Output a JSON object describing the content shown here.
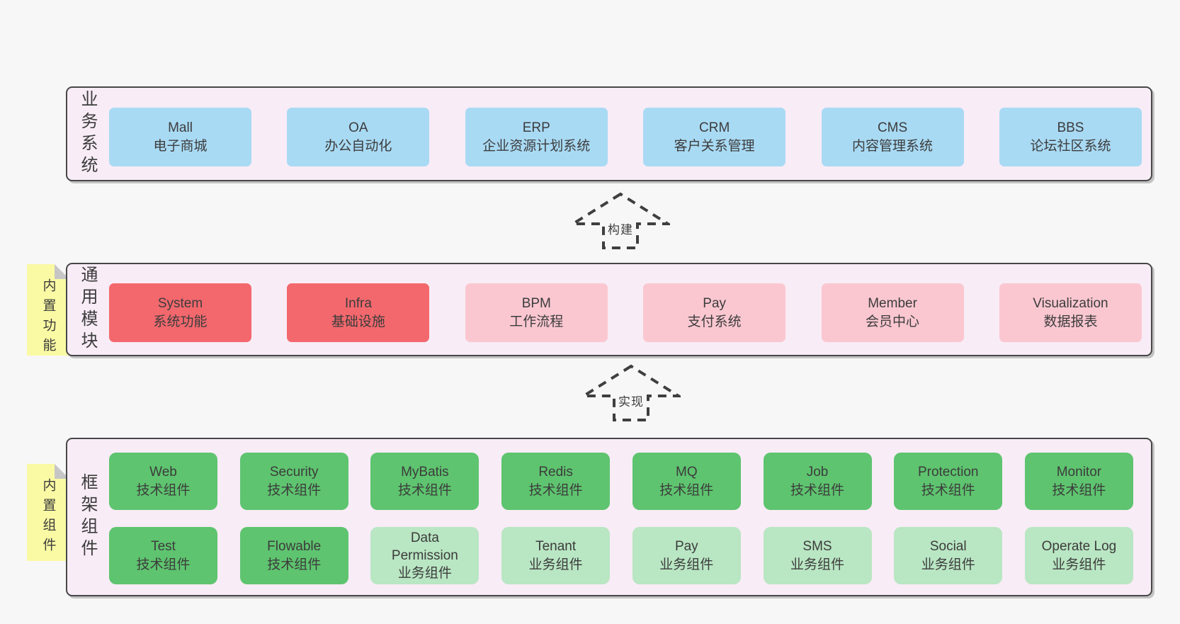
{
  "layers": {
    "business": {
      "label": "业务系统",
      "boxes": [
        {
          "name": "Mall",
          "desc": "电子商城"
        },
        {
          "name": "OA",
          "desc": "办公自动化"
        },
        {
          "name": "ERP",
          "desc": "企业资源计划系统"
        },
        {
          "name": "CRM",
          "desc": "客户关系管理"
        },
        {
          "name": "CMS",
          "desc": "内容管理系统"
        },
        {
          "name": "BBS",
          "desc": "论坛社区系统"
        }
      ]
    },
    "modules": {
      "label": "通用模块",
      "sticky": "内置功能",
      "boxes": [
        {
          "name": "System",
          "desc": "系统功能",
          "variant": "red"
        },
        {
          "name": "Infra",
          "desc": "基础设施",
          "variant": "red"
        },
        {
          "name": "BPM",
          "desc": "工作流程",
          "variant": "pink"
        },
        {
          "name": "Pay",
          "desc": "支付系统",
          "variant": "pink"
        },
        {
          "name": "Member",
          "desc": "会员中心",
          "variant": "pink"
        },
        {
          "name": "Visualization",
          "desc": "数据报表",
          "variant": "pink"
        }
      ]
    },
    "components": {
      "label": "框架组件",
      "sticky": "内置组件",
      "row1": [
        {
          "name": "Web",
          "desc": "技术组件",
          "variant": "green"
        },
        {
          "name": "Security",
          "desc": "技术组件",
          "variant": "green"
        },
        {
          "name": "MyBatis",
          "desc": "技术组件",
          "variant": "green"
        },
        {
          "name": "Redis",
          "desc": "技术组件",
          "variant": "green"
        },
        {
          "name": "MQ",
          "desc": "技术组件",
          "variant": "green"
        },
        {
          "name": "Job",
          "desc": "技术组件",
          "variant": "green"
        },
        {
          "name": "Protection",
          "desc": "技术组件",
          "variant": "green"
        },
        {
          "name": "Monitor",
          "desc": "技术组件",
          "variant": "green"
        }
      ],
      "row2": [
        {
          "name": "Test",
          "desc": "技术组件",
          "variant": "green"
        },
        {
          "name": "Flowable",
          "desc": "技术组件",
          "variant": "green"
        },
        {
          "name": "Data Permission",
          "desc": "业务组件",
          "variant": "lightgreen"
        },
        {
          "name": "Tenant",
          "desc": "业务组件",
          "variant": "lightgreen"
        },
        {
          "name": "Pay",
          "desc": "业务组件",
          "variant": "lightgreen"
        },
        {
          "name": "SMS",
          "desc": "业务组件",
          "variant": "lightgreen"
        },
        {
          "name": "Social",
          "desc": "业务组件",
          "variant": "lightgreen"
        },
        {
          "name": "Operate Log",
          "desc": "业务组件",
          "variant": "lightgreen"
        }
      ]
    }
  },
  "arrows": [
    {
      "label": "构建"
    },
    {
      "label": "实现"
    }
  ],
  "colors": {
    "page_bg": "#f7f7f7",
    "container_bg": "#f8ecf6",
    "container_border": "#474747",
    "business_box": "#a9daf4",
    "module_core_box": "#f3686d",
    "module_optional_box": "#fac7d1",
    "tech_component_box": "#5ec46f",
    "biz_component_box": "#b9e6c3",
    "sticky_note": "#fafaa4",
    "text": "#3c3c3c"
  }
}
